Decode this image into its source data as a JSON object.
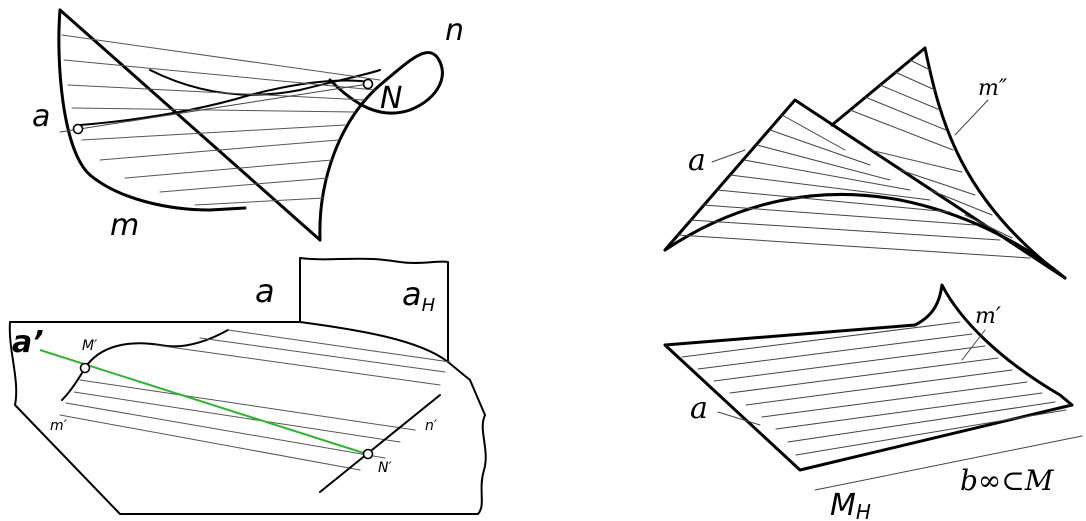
{
  "figure_top_left": {
    "labels": {
      "n": "n",
      "N": "N",
      "a": "a",
      "m": "m"
    }
  },
  "figure_bottom_left": {
    "labels": {
      "a": "a",
      "a_H_base": "a",
      "a_H_sub": "H",
      "a_prime": "a’",
      "M_prime": "M′",
      "m_prime": "m′",
      "n_prime": "n′",
      "N_prime": "N′"
    },
    "accent_color": "#2fb52f"
  },
  "figure_top_right": {
    "labels": {
      "a": "a",
      "m_double_prime": "m″"
    }
  },
  "figure_bottom_right": {
    "labels": {
      "a": "a",
      "m_prime": "m′",
      "M_H_base": "M",
      "M_H_sub": "H",
      "b_inf": "b∞⊂M"
    }
  }
}
